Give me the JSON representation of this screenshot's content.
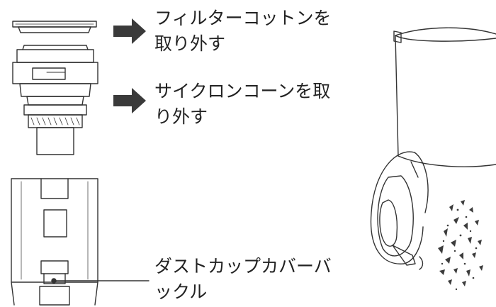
{
  "colors": {
    "line": "#333333",
    "arrow": "#3a3a3a",
    "debris": "#3c3c3c",
    "background": "#ffffff"
  },
  "steps": [
    {
      "line1": "フィルターコットンを",
      "line2": "取り外す"
    },
    {
      "line1": "サイクロンコーンを取",
      "line2": "り外す"
    },
    {
      "line1": "ダストカップカバーバ",
      "line2": "ックル"
    }
  ],
  "icons": [
    "right-arrow-icon",
    "right-arrow-icon"
  ]
}
